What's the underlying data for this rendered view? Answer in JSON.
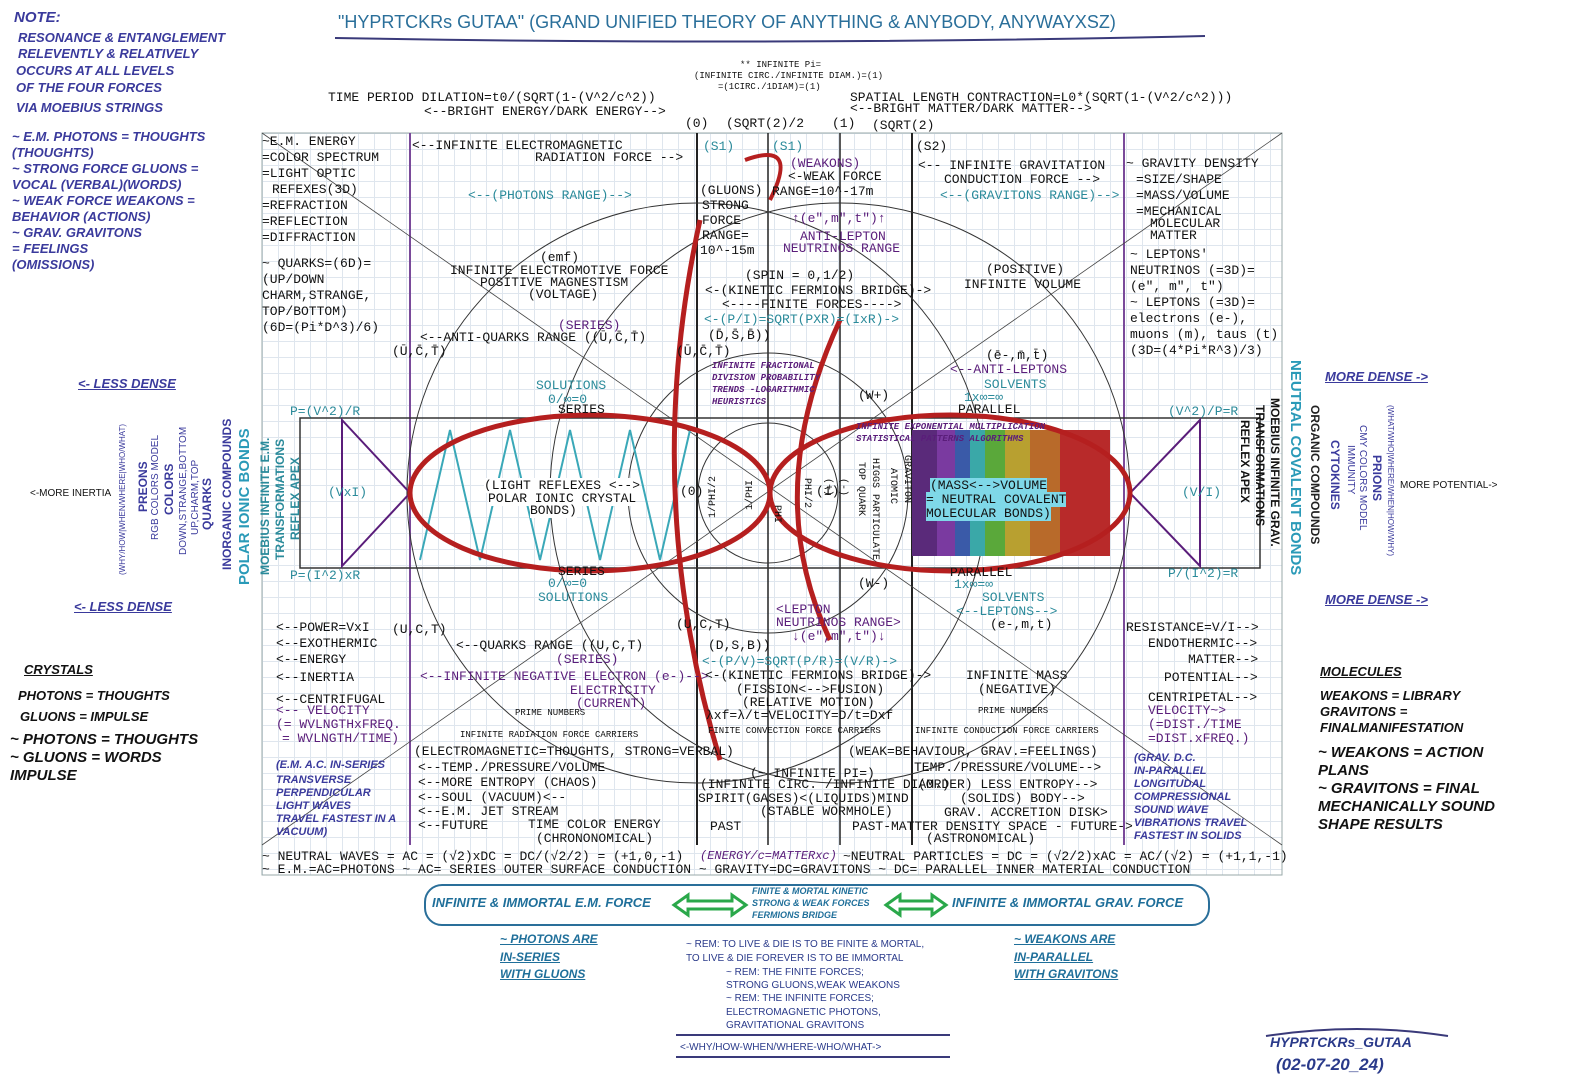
{
  "title": "\"HYPRTCKRs GUTAA\" (GRAND UNIFIED THEORY OF ANYTHING & ANYBODY, ANYWAYXSZ)",
  "note": {
    "heading": "NOTE:",
    "lines": [
      "RESONANCE & ENTANGLEMENT",
      "RELEVENTLY & RELATIVELY",
      "OCCURS AT ALL LEVELS",
      "OF THE FOUR FORCES",
      "VIA MOEBIUS STRINGS"
    ],
    "equivalences": [
      "~ E.M. PHOTONS = THOUGHTS",
      "(THOUGHTS)",
      "~ STRONG FORCE GLUONS =",
      "VOCAL (VERBAL)(WORDS)",
      "~ WEAK FORCE WEAKONS =",
      "BEHAVIOR (ACTIONS)",
      "~ GRAV. GRAVITONS",
      "= FEELINGS",
      "(OMISSIONS)"
    ]
  },
  "infinite_pi_top": [
    "** INFINITE Pi=",
    "(INFINITE CIRC./INFINITE DIAM.)=(1)",
    "=(1CIRC./1DIAM)=(1)"
  ],
  "top_left_formula": "TIME PERIOD DILATION=t0/(SQRT(1-(V^2/c^2))",
  "top_left_sub": "<--BRIGHT ENERGY/DARK ENERGY-->",
  "top_right_formula": "SPATIAL LENGTH CONTRACTION=L0*(SQRT(1-(V^2/c^2)))",
  "top_right_sub": "<--BRIGHT MATTER/DARK MATTER-->",
  "markers": [
    "(0)",
    "(SQRT(2)/2",
    "(1)",
    "(SQRT(2)"
  ],
  "left_col": [
    "~E.M. ENERGY",
    "=COLOR SPECTRUM",
    "=LIGHT OPTIC",
    "REFEXES(3D)",
    "=REFRACTION",
    "=REFLECTION",
    "=DIFFRACTION"
  ],
  "quarks_box": [
    "~ QUARKS=(6D)=",
    "(UP/DOWN",
    "CHARM,STRANGE,",
    "TOP/BOTTOM)",
    "(6D=(Pi*D^3)/6)"
  ],
  "right_col": [
    "~ GRAVITY DENSITY",
    "=SIZE/SHAPE",
    "=MASS/VOLUME",
    "=MECHANICAL",
    "MOLECULAR",
    "MATTER"
  ],
  "leptons_box": [
    "~ LEPTONS'",
    "NEUTRINOS (=3D)=",
    "(e\", m\", t\")",
    "~ LEPTONS (=3D)=",
    "electrons (e-),",
    "muons (m), taus (t)",
    "(3D=(4*Pi*R^3)/3)"
  ],
  "em_force": [
    "<--INFINITE ELECTROMAGNETIC",
    "RADIATION FORCE -->"
  ],
  "grav_force": [
    "<-- INFINITE GRAVITATION",
    "CONDUCTION FORCE -->"
  ],
  "photons_range": "<--(PHOTONS RANGE)-->",
  "gravitons_range": "<--(GRAVITONS RANGE)-->",
  "s_labels": [
    "(S1)",
    "(S1)",
    "(S2)"
  ],
  "gluons": [
    "(GLUONS)",
    "STRONG",
    "FORCE",
    "RANGE=",
    "10^-15m"
  ],
  "weakons": [
    "(WEAKONS)",
    "<-WEAK FORCE",
    "RANGE=10^-17m"
  ],
  "anti_lepton": [
    "↑(e\",m\",t\")↑",
    "ANTI-LEPTON",
    "NEUTRINOS RANGE"
  ],
  "emf": [
    "(emf)",
    "INFINITE ELECTROMOTIVE FORCE",
    "POSITIVE MAGNESTISM",
    "(VOLTAGE)"
  ],
  "spin": "(SPIN = 0,1/2)",
  "kinetic_top": "<-(KINETIC FERMIONS BRIDGE)->",
  "finite_forces": "<----FINITE FORCES---->",
  "pi_formula": "<-(P/I)=SQRT(PXR)=(IxR)->",
  "positive_volume": [
    "(POSITIVE)",
    "INFINITE VOLUME"
  ],
  "series_top": "(SERIES)",
  "anti_quarks": "<--ANTI-QUARKS RANGE ((Ū,C̄,T̄)",
  "dsb_top": "(D̄,S̄,B̄))",
  "anti_leptons": [
    "(ē-,m̄,t̄)",
    "<--ANTI-LEPTONS"
  ],
  "uct_labels": [
    "(Ū,C̄,T̄)",
    "(Ū,C̄,T̄)",
    "(U,C,T)",
    "(U,C,T)"
  ],
  "solutions": [
    "SOLUTIONS",
    "0/∞=0",
    "SERIES"
  ],
  "solvents": [
    "SOLVENTS",
    "1x∞=∞",
    "PARALLEL"
  ],
  "anti_fractional": [
    "INFINITE FRACTIONAL",
    "DIVISION PROBABILITY",
    "TRENDS -LOGARITHMIC",
    "HEURISTICS"
  ],
  "exponential": [
    "INFINITE EXPONENTIAL MULTIPLICATION",
    "STATISTICAL PATTERNS ALGORITHMS"
  ],
  "w_plus": "(W+)",
  "w_minus": "(W-)",
  "power_p": "P=(V^2)/R",
  "power_r": "(V^2)/P=R",
  "power_p2": "P=(I^2)xR",
  "power_r2": "P/(I^2)=R",
  "vxi": "(VxI)",
  "vi": "(V/I)",
  "light_reflexes": [
    "(LIGHT REFLEXES <-->",
    "POLAR IONIC CRYSTAL",
    "BONDS)"
  ],
  "mass_volume": [
    "(MASS<-->VOLUME",
    "= NEUTRAL COVALENT",
    "MOLECULAR BONDS)"
  ],
  "center_zero": "(0)",
  "center_one": "(1)",
  "vertical_center": [
    "1/PHI/2",
    "1/PHI",
    "PHI",
    "PHI/2",
    "(-)",
    "(+)",
    "GRAVITON",
    "ATOMIC",
    "HIGGS PARTICULATE",
    "TOP QUARK"
  ],
  "moebius_left": [
    "MOEBIUS INFINITE E.M.",
    "TRANSFORMATIONS",
    "REFLEX APEX"
  ],
  "moebius_right": [
    "MOEBIUS INFINITE GRAV.",
    "TRANSFORMATIONS",
    "REFLEX APEX"
  ],
  "polar_ionic": "POLAR IONIC BONDS",
  "inorganic": "INORGANIC COMPOUNDS",
  "quarks_v": [
    "QUARKS",
    "UP,CHARM,TOP",
    "DOWN,STRANGE,BOTTOM"
  ],
  "colors_v": [
    "COLORS",
    "RGB COLORS MODEL",
    "PREONS",
    "(WHY/HOW|WHEN/WHERE|WHO/WHAT)"
  ],
  "neutral_covalent": "NEUTRAL COVALENT BONDS",
  "organic": "ORGANIC COMPOUNDS",
  "cytokines_v": [
    "CYTOKINES",
    "IMMUNITY",
    "CMY COLORS MODEL",
    "PRIONS",
    "(WHAT/WHO|WHERE/WHEN|HOW/WHY)"
  ],
  "less_dense": "<- LESS DENSE",
  "more_dense": "MORE DENSE ->",
  "more_inertia": "<-MORE INERTIA",
  "more_potential": "MORE POTENTIAL->",
  "series_bottom": [
    "SERIES",
    "0/∞=0",
    "SOLUTIONS"
  ],
  "parallel_bottom": [
    "PARALLEL",
    "1x∞=∞",
    "SOLVENTS"
  ],
  "lepton_neutrinos": [
    "<LEPTON",
    "NEUTRINOS RANGE>",
    "↓(e\",m\",t\")↓"
  ],
  "leptons_lbl": [
    "<--LEPTONS-->",
    "(e-,m,t)"
  ],
  "quarks_range": "<--QUARKS RANGE ((U,C,T)",
  "dsb_bottom": "(D,S,B))",
  "series_bottom2": "(SERIES)",
  "pv_formula": "<-(P/V)=SQRT(P/R)=(V/R)->",
  "left_bottom": [
    "<--POWER=VxI",
    "<--EXOTHERMIC",
    "<--ENERGY",
    "<--INERTIA",
    "<--CENTRIFUGAL",
    "<-- VELOCITY",
    "(= WVLNGTHxFREQ.",
    "= WVLNGTH/TIME)"
  ],
  "right_bottom": [
    "RESISTANCE=V/I-->",
    "ENDOTHERMIC-->",
    "MATTER-->",
    "POTENTIAL-->",
    "CENTRIPETAL-->",
    "VELOCITY~>",
    "(=DIST./TIME",
    "=DIST.xFREQ.)"
  ],
  "neg_electron": [
    "<--INFINITE NEGATIVE ELECTRON (e-)-->",
    "ELECTRICITY",
    "(CURRENT)"
  ],
  "infinite_mass": [
    "INFINITE MASS",
    "(NEGATIVE)"
  ],
  "kinetic_bottom": [
    "<-(KINETIC FERMIONS BRIDGE)->",
    "(FISSION<-->FUSION)",
    "(RELATIVE MOTION)"
  ],
  "velocity_formula": "λxf=λ/t=VELOCITY=D/t=Dxf",
  "prime_numbers": "PRIME NUMBERS",
  "carriers": [
    "INFINITE RADIATION FORCE CARRIERS",
    "FINITE CONVECTION FORCE CARRIERS",
    "INFINITE CONDUCTION FORCE CARRIERS"
  ],
  "em_thoughts": "(ELECTROMAGNETIC=THOUGHTS, STRONG=VERBAL)",
  "weak_behaviour": "(WEAK=BEHAVIOUR, GRAV.=FEELINGS)",
  "left_list": [
    "<--TEMP./PRESSURE/VOLUME",
    "<--MORE ENTROPY (CHAOS)",
    "<--SOUL (VACUUM)<--",
    "<--E.M. JET STREAM",
    "<--FUTURE"
  ],
  "right_list": [
    "TEMP./PRESSURE/VOLUME-->",
    "(ORDER) LESS ENTROPY-->",
    "(SOLIDS) BODY-->",
    "GRAV. ACCRETION DISK>",
    "PAST-MATTER DENSITY SPACE - FUTURE->"
  ],
  "center_pi": [
    "(~ INFINITE PI=)",
    "(INFINITE CIRC. /INFINITE DIAM.)",
    "SPIRIT(GASES)<(LIQUIDS)MIND",
    "(STABLE WORMHOLE)"
  ],
  "time_color": [
    "TIME COLOR ENERGY",
    "(CHRONONOMICAL)"
  ],
  "past": "PAST",
  "astronomical": "(ASTRONOMICAL)",
  "em_ac_box": [
    "(E.M. A.C. IN-SERIES",
    "TRANSVERSE",
    "PERPENDICULAR",
    "LIGHT WAVES",
    "TRAVEL FASTEST IN A",
    "VACUUM)"
  ],
  "grav_dc_box": [
    "(GRAV. D.C.",
    "IN-PARALLEL",
    "LONGITUDAL",
    "COMPRESSIONAL",
    "SOUND WAVE",
    "VIBRATIONS TRAVEL",
    "FASTEST IN SOLIDS"
  ],
  "neutral_waves": "~ NEUTRAL WAVES = AC = (√2)xDC = DC/(√2/2) = (+1,0,-1)",
  "energy_c": "(ENERGY/c=MATTERxc)",
  "neutral_particles": "~NEUTRAL PARTICLES = DC = (√2/2)xAC = AC/(√2) = (+1,1,-1)",
  "bottom_line": "~ E.M.=AC=PHOTONS ~ AC= SERIES OUTER SURFACE CONDUCTION ~ GRAVITY=DC=GRAVITONS ~ DC= PARALLEL INNER MATERIAL CONDUCTION",
  "crystals": {
    "heading": "CRYSTALS",
    "lines": [
      "PHOTONS = THOUGHTS",
      "GLUONS = IMPULSE"
    ],
    "big": [
      "~ PHOTONS = THOUGHTS",
      "~ GLUONS = WORDS",
      "IMPULSE"
    ]
  },
  "molecules": {
    "heading": "MOLECULES",
    "lines": [
      "WEAKONS = LIBRARY",
      "GRAVITONS =",
      "FINALMANIFESTATION"
    ],
    "big": [
      "~ WEAKONS = ACTION",
      "PLANS",
      "~ GRAVITONS = FINAL",
      "MECHANICALLY SOUND",
      "SHAPE RESULTS"
    ]
  },
  "bottom_box": {
    "left": "INFINITE & IMMORTAL E.M. FORCE",
    "center": [
      "FINITE & MORTAL KINETIC",
      "STRONG & WEAK FORCES",
      "FERMIONS BRIDGE"
    ],
    "right": "INFINITE & IMMORTAL GRAV. FORCE"
  },
  "photons_are": [
    "~ PHOTONS ARE",
    "IN-SERIES",
    "WITH GLUONS"
  ],
  "weakons_are": [
    "~ WEAKONS ARE",
    "IN-PARALLEL",
    "WITH GRAVITONS"
  ],
  "rem": [
    "~ REM: TO LIVE & DIE IS TO BE FINITE & MORTAL,",
    "TO LIVE & DIE FOREVER IS TO BE IMMORTAL",
    "~ REM: THE FINITE FORCES;",
    "STRONG GLUONS,WEAK WEAKONS",
    "~ REM: THE INFINITE FORCES;",
    "ELECTROMAGNETIC PHOTONS,",
    "GRAVITATIONAL GRAVITONS"
  ],
  "why_how": "<-WHY/HOW-WHEN/WHERE-WHO/WHAT->",
  "signature": "HYPRTCKRs_GUTAA",
  "date": "(02-07-20_24)",
  "colors": {
    "accent": "#2a6f9a",
    "purple": "#5a1d7a",
    "red": "#b51f1f",
    "green": "#2aa84a",
    "navy": "#3a3a9c"
  }
}
